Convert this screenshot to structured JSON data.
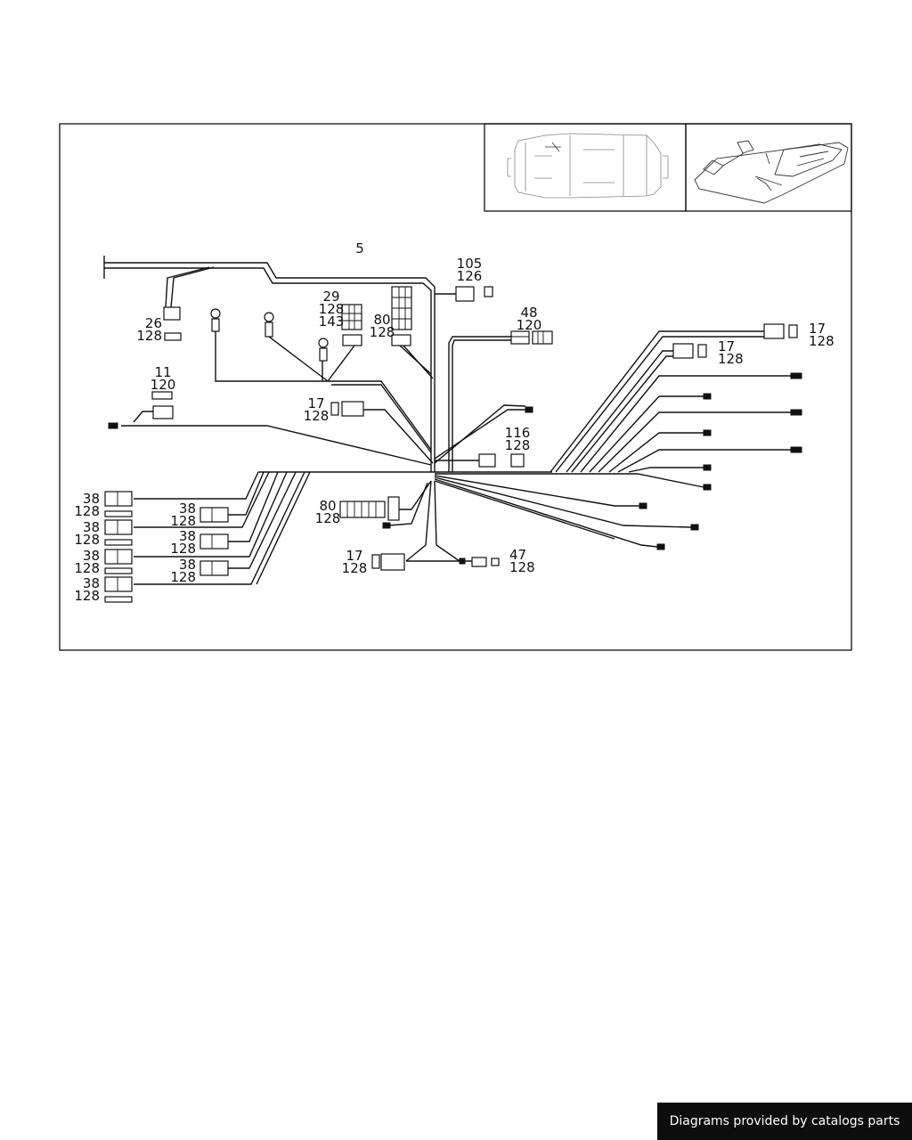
{
  "footer": {
    "credit": "Diagrams provided by catalogs parts"
  },
  "callouts": {
    "c5": [
      "5"
    ],
    "c105": [
      "105",
      "126"
    ],
    "c26": [
      "26",
      "128"
    ],
    "c29": [
      "29",
      "128",
      "143"
    ],
    "c80a": [
      "80",
      "128"
    ],
    "c48": [
      "48",
      "120"
    ],
    "c17ra": [
      "17",
      "128"
    ],
    "c17rb": [
      "17",
      "128"
    ],
    "c11": [
      "11",
      "120"
    ],
    "c17m": [
      "17",
      "128"
    ],
    "c116": [
      "116",
      "128"
    ],
    "c38l1": [
      "38",
      "128"
    ],
    "c38l2": [
      "38",
      "128"
    ],
    "c38l3": [
      "38",
      "128"
    ],
    "c38l4": [
      "38",
      "128"
    ],
    "c38m1": [
      "38",
      "128"
    ],
    "c38m2": [
      "38",
      "128"
    ],
    "c38m3": [
      "38",
      "128"
    ],
    "c80b": [
      "80",
      "128"
    ],
    "c17b": [
      "17",
      "128"
    ],
    "c47": [
      "47",
      "128"
    ]
  }
}
